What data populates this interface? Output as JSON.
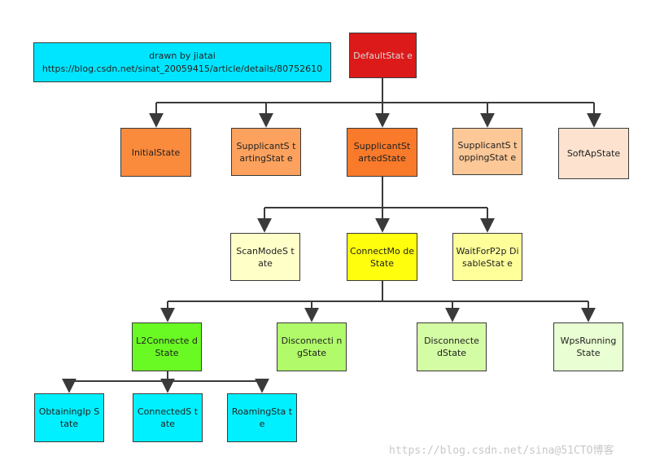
{
  "colors": {
    "credit_box": "#00e5ff",
    "default_state": "#dd1a1a",
    "initial": "#fb8b3c",
    "supplicant_starting": "#fca25e",
    "supplicant_started": "#f97a2a",
    "supplicant_stopping": "#fdc897",
    "softap": "#fde3cf",
    "scan_mode": "#ffffc8",
    "connect_mode": "#ffff0d",
    "wait_for_p2p": "#ffff9a",
    "l2_connected": "#6afa23",
    "disconnecting": "#b1fb6a",
    "disconnected": "#d4fca4",
    "wps_running": "#e9fed2",
    "cyan_leaf": "#00f0ff",
    "edge": "#3a3a3a"
  },
  "credit": {
    "line1": "drawn by jiatai",
    "line2": "https://blog.csdn.net/sinat_20059415/article/details/80752610"
  },
  "nodes": {
    "default_state": "DefaultStat e",
    "initial": "InitialState",
    "supplicant_starting": "SupplicantS tartingStat e",
    "supplicant_started": "SupplicantSt artedState",
    "supplicant_stopping": "SupplicantS toppingStat e",
    "softap": "SoftApState",
    "scan_mode": "ScanModeS tate",
    "connect_mode": "ConnectMo deState",
    "wait_for_p2p": "WaitForP2p DisableStat e",
    "l2_connected": "L2Connecte dState",
    "disconnecting": "Disconnecti ngState",
    "disconnected": "Disconnecte dState",
    "wps_running": "WpsRunning State",
    "obtaining_ip": "ObtainingIp State",
    "connected": "ConnectedS tate",
    "roaming": "RoamingSta te"
  },
  "watermark": "https://blog.csdn.net/sina@51CTO博客"
}
